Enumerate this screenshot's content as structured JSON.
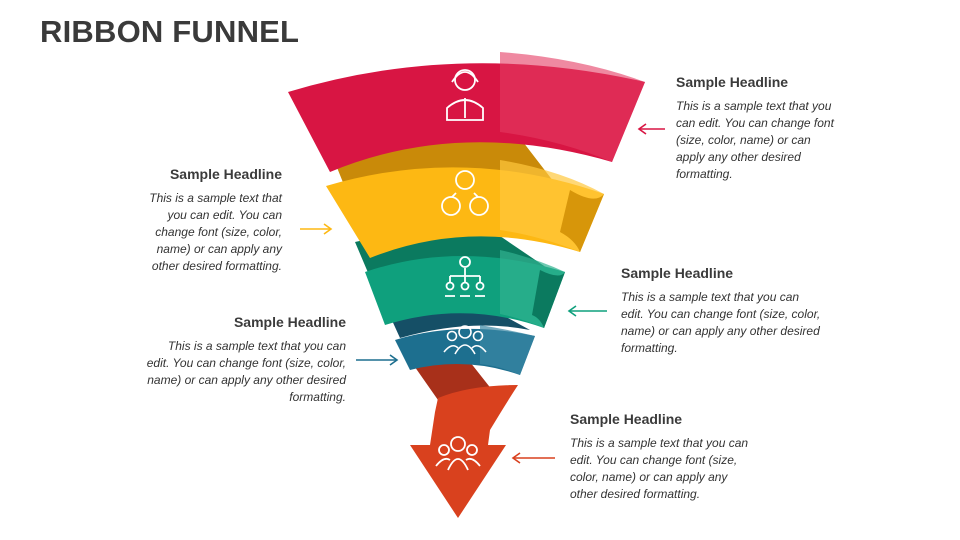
{
  "title": "RIBBON FUNNEL",
  "colors": {
    "red": "#D81543",
    "yellow": "#FDB813",
    "green": "#0FA07D",
    "blue": "#1D6F8F",
    "orange": "#D9411E"
  },
  "stages": [
    {
      "headline": "Sample Headline",
      "text": "This is a sample text that you can edit. You can change font (size, color, name) or can apply any other desired formatting.",
      "icon": "person-icon"
    },
    {
      "headline": "Sample Headline",
      "text": "This is a sample text that you can edit. You can change font (size, color, name) or can apply any other desired formatting.",
      "icon": "group-network-icon"
    },
    {
      "headline": "Sample Headline",
      "text": "This is a sample text that you can edit. You can change font (size, color, name) or can apply any other desired formatting.",
      "icon": "org-chart-icon"
    },
    {
      "headline": "Sample Headline",
      "text": "This is a sample text that you can edit. You can change font (size, color, name) or can apply any other desired formatting.",
      "icon": "team-icon"
    },
    {
      "headline": "Sample Headline",
      "text": "This is a sample text that you can edit. You can change font (size, color, name) or can apply any other desired formatting.",
      "icon": "people-icon"
    }
  ]
}
